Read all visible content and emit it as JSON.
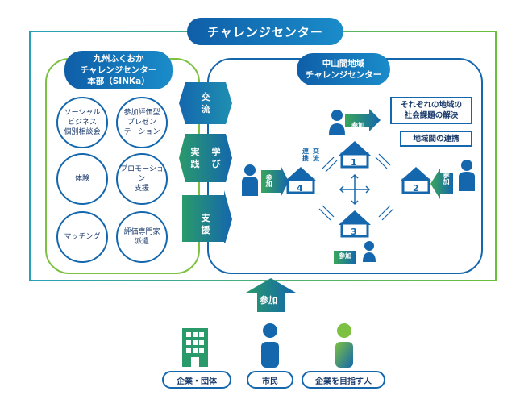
{
  "title": "チャレンジセンター",
  "left_panel": {
    "title_lines": [
      "九州ふくおか",
      "チャレンジセンター",
      "本部（SINKa）"
    ],
    "circles": [
      {
        "lines": [
          "ソーシャル",
          "ビジネス",
          "個別相談会"
        ]
      },
      {
        "lines": [
          "参加評価型",
          "プレゼン",
          "テーション"
        ]
      },
      {
        "lines": [
          "体験"
        ]
      },
      {
        "lines": [
          "プロモーション",
          "支援"
        ]
      },
      {
        "lines": [
          "マッチング"
        ]
      },
      {
        "lines": [
          "評価専門家",
          "派遣"
        ]
      }
    ]
  },
  "middle_arrows": {
    "exchange": "交流",
    "learn_practice_a": "実践",
    "learn_practice_b": "学び",
    "support": "支援"
  },
  "right_panel": {
    "title_lines": [
      "中山間地域",
      "チャレンジセンター"
    ],
    "info_boxes": [
      {
        "lines": [
          "それぞれの地域の",
          "社会課題の解決"
        ]
      },
      {
        "lines": [
          "地域間の連携"
        ]
      }
    ],
    "nodes": [
      "1",
      "2",
      "3",
      "4"
    ],
    "link_labels": [
      "連携",
      "交流"
    ],
    "join_tag": "参加"
  },
  "participation_arrow": "参加",
  "participants": [
    {
      "label": "企業・団体",
      "icon": "building-icon"
    },
    {
      "label": "市民",
      "icon": "person-icon"
    },
    {
      "label": "企業を目指す人",
      "icon": "person-icon"
    }
  ],
  "colors": {
    "primary_blue": "#1467ad",
    "light_green": "#7cc142",
    "teal": "#2aa0b8"
  }
}
